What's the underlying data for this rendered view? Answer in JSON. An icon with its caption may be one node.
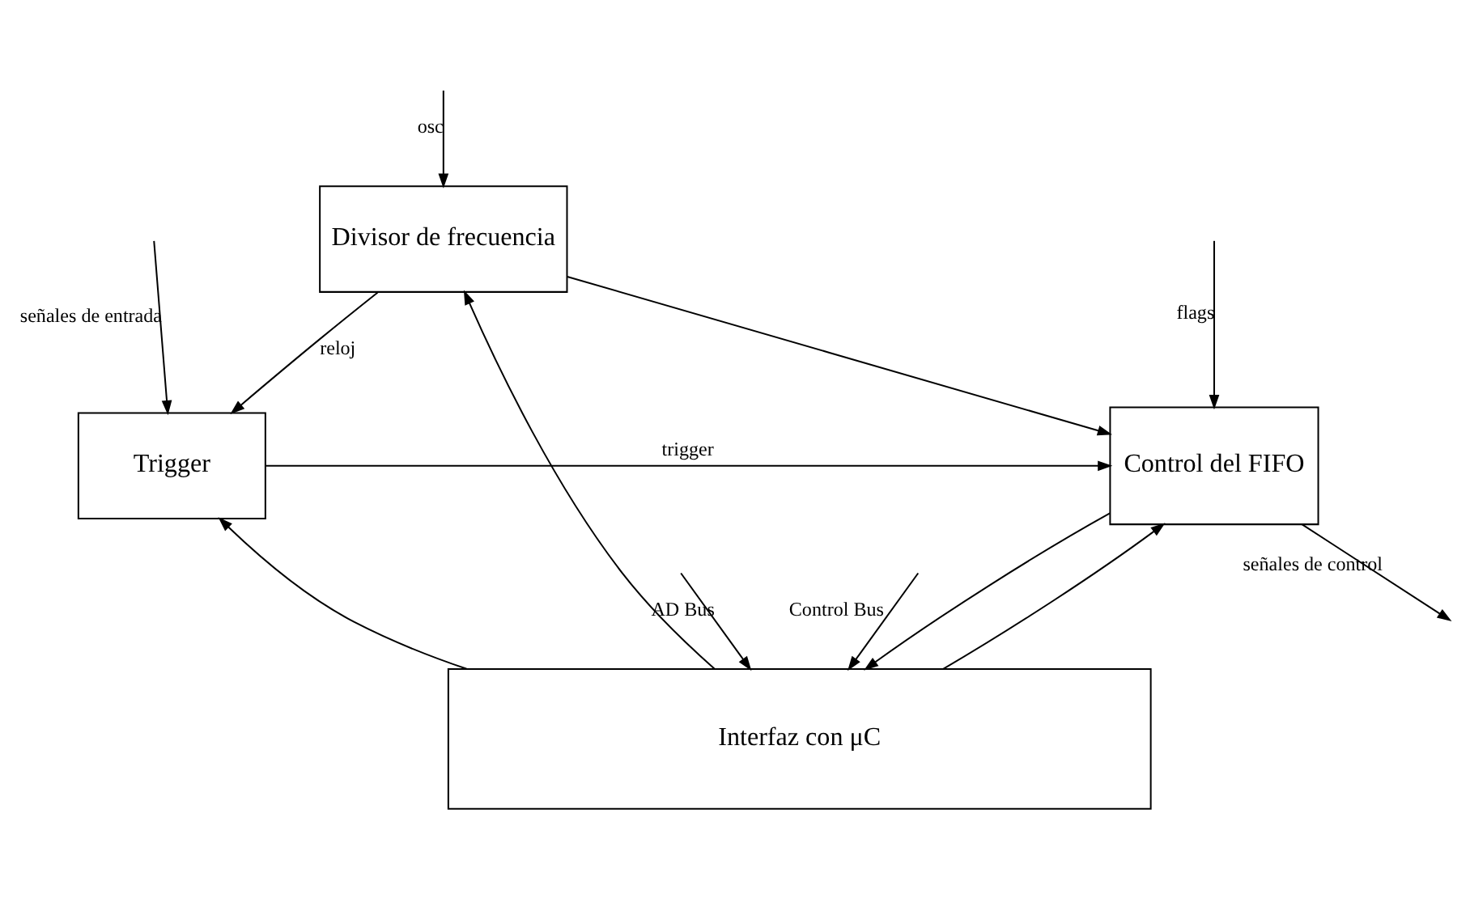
{
  "diagram": {
    "nodes": [
      {
        "text": [
          "Trigger"
        ]
      },
      {
        "text": [
          "Control del FIFO"
        ]
      },
      {
        "text": [
          "Divisor de frecuencia"
        ]
      },
      {
        "text": [
          "Interfaz con μC"
        ]
      }
    ],
    "edges": [
      {
        "from": null,
        "to": 0,
        "arrow": "to",
        "label": "señales de entrada"
      },
      {
        "from": 0,
        "to": 1,
        "arrow": "to",
        "label": "trigger"
      },
      {
        "from": 1,
        "to": null,
        "arrow": "to",
        "label": "señales de control"
      },
      {
        "from": null,
        "to": 1,
        "arrow": "to",
        "label": "flags"
      },
      {
        "from": null,
        "to": 2,
        "arrow": "to",
        "label": "osc"
      },
      {
        "from": 2,
        "to": 0,
        "arrow": "to",
        "label": "reloj"
      },
      {
        "from": 2,
        "to": 1,
        "arrow": "to"
      },
      {
        "from": 3,
        "to": 2,
        "arrow": "to"
      },
      {
        "from": 3,
        "to": 0,
        "arrow": "to"
      },
      {
        "from": 3,
        "to": 1,
        "arrow": "to"
      },
      {
        "from": 1,
        "to": 3,
        "arrow": "to"
      },
      {
        "from": null,
        "to": 3,
        "arrow": "to",
        "label": "AD Bus"
      },
      {
        "from": null,
        "to": 3,
        "arrow": "to",
        "label": "Control Bus"
      }
    ]
  }
}
